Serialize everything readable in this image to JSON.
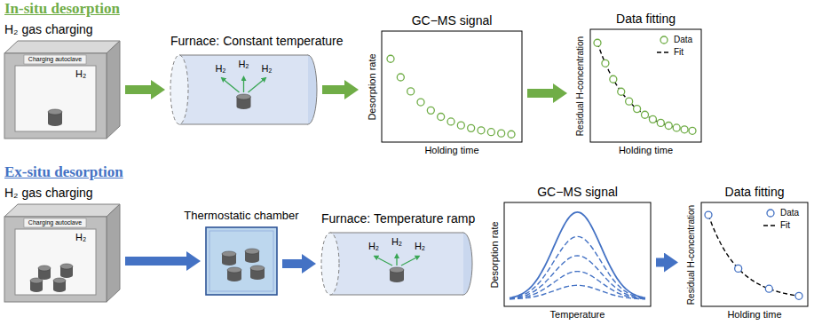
{
  "diagram": {
    "nodes": [
      {
        "text": [
          "H₂ gas charging",
          "Charging autoclave",
          "H₂"
        ]
      },
      {
        "text": [
          "Furnace: Constant temperature",
          "H₂",
          "H₂",
          "H₂"
        ]
      },
      {
        "text": [
          "GC−MS signal",
          "Desorption rate",
          "Holding time"
        ]
      },
      {
        "text": [
          "Data fitting",
          "Residual H-concentration",
          "Holding time"
        ]
      },
      {
        "text": [
          "H₂ gas charging",
          "Charging autoclave",
          "H₂"
        ]
      },
      {
        "text": [
          "Thermostatic chamber"
        ]
      },
      {
        "text": [
          "Furnace: Temperature ramp",
          "H₂",
          "H₂",
          "H₂"
        ]
      },
      {
        "text": [
          "GC−MS signal",
          "Desorption rate",
          "Temperature"
        ]
      },
      {
        "text": [
          "Data fitting",
          "Residual H-concentration",
          "Holding time"
        ]
      }
    ],
    "edges": [
      {
        "from": 0,
        "to": 1,
        "arrow": "to"
      },
      {
        "from": 1,
        "to": 2,
        "arrow": "to"
      },
      {
        "from": 2,
        "to": 3,
        "arrow": "to"
      },
      {
        "from": 4,
        "to": 5,
        "arrow": "to"
      },
      {
        "from": 5,
        "to": 6,
        "arrow": "to"
      },
      {
        "from": 7,
        "to": 8,
        "arrow": "to"
      }
    ],
    "labels": [
      "In-situ desorption",
      "Ex-situ desorption"
    ],
    "legend": [
      {
        "text": "Data"
      },
      {
        "text": "Fit"
      },
      {
        "text": "Data"
      },
      {
        "text": "Fit"
      }
    ]
  }
}
